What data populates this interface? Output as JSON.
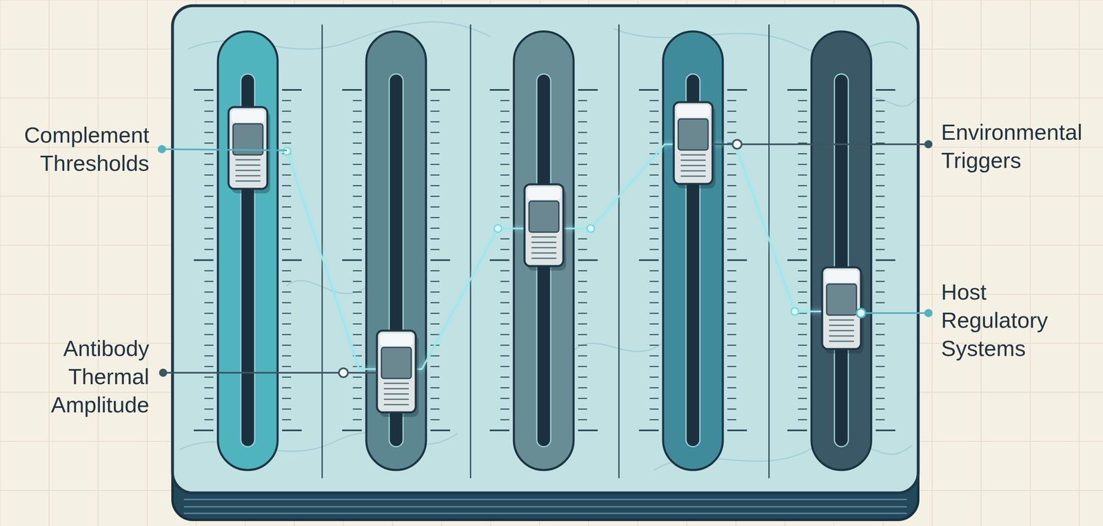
{
  "diagram": {
    "labels": [
      "Complement Thresholds",
      "Antibody Thermal Amplitude",
      "Environmental Triggers",
      "Host Regulatory Systems"
    ]
  }
}
